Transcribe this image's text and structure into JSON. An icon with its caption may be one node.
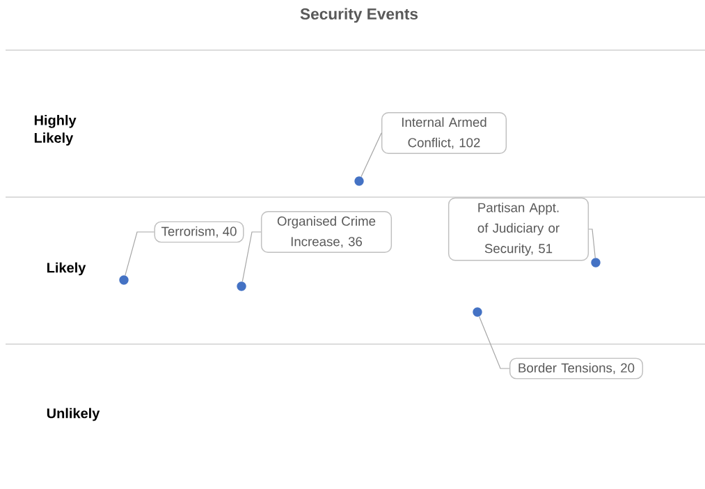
{
  "diagram": {
    "title": "Security Events",
    "nodes": [
      {
        "text": [
          "Internal Armed Conflict, 102"
        ]
      },
      {
        "text": [
          "Partisan Appt. of Judiciary or Security, 51"
        ]
      },
      {
        "text": [
          "Terrorism, 40"
        ]
      },
      {
        "text": [
          "Organised Crime Increase, 36"
        ]
      },
      {
        "text": [
          "Border Tensions, 20"
        ]
      },
      {
        "text": [],
        "shape": "circle"
      },
      {
        "text": [],
        "shape": "circle"
      },
      {
        "text": [],
        "shape": "circle"
      },
      {
        "text": [],
        "shape": "circle"
      },
      {
        "text": [],
        "shape": "circle"
      }
    ],
    "edges": [
      {
        "from": 0,
        "to": 7,
        "arrow": "none"
      },
      {
        "from": 1,
        "to": 9,
        "arrow": "none"
      },
      {
        "from": 2,
        "to": 5,
        "arrow": "none"
      },
      {
        "from": 3,
        "to": 6,
        "arrow": "none"
      },
      {
        "from": 4,
        "to": 8,
        "arrow": "none"
      }
    ],
    "labels": [
      "Highly Likely",
      "Likely",
      "Unlikely"
    ]
  }
}
